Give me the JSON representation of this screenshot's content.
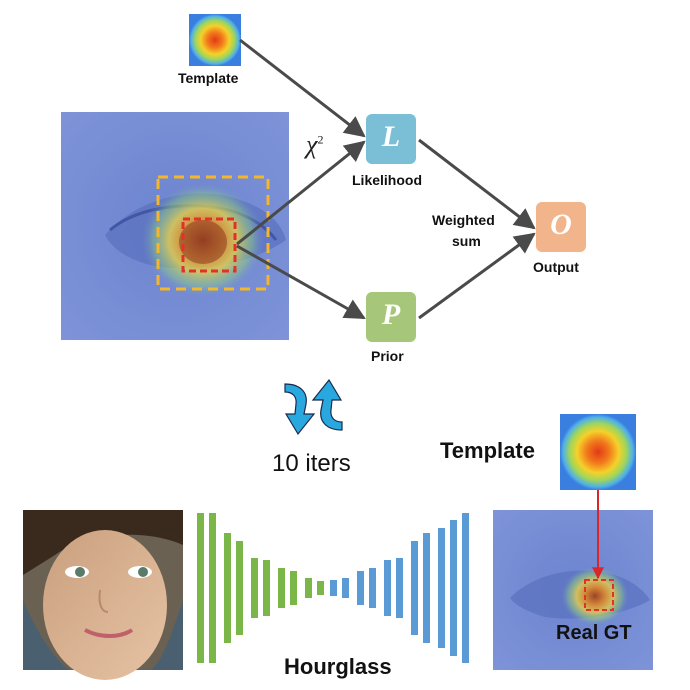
{
  "top": {
    "template_label": "Template",
    "chi_label": "χ",
    "chi_sup": "2",
    "likelihood": {
      "letter": "L",
      "label": "Likelihood",
      "color": "#7bbfd6"
    },
    "prior": {
      "letter": "P",
      "label": "Prior",
      "color": "#a6c77a"
    },
    "output": {
      "letter": "O",
      "label": "Output",
      "color": "#f2b48a"
    },
    "weighted_sum": [
      "Weighted",
      "sum"
    ]
  },
  "middle": {
    "iters_label": "10 iters"
  },
  "bottom": {
    "template_label": "Template",
    "hourglass_label": "Hourglass",
    "real_gt_label": "Real GT"
  },
  "colors": {
    "eye_bg": "#6f86d0",
    "search_box": "#f5b62a",
    "target_box": "#e0322a",
    "arrow_gray": "#4a4a4a",
    "arrow_red": "#d9262a",
    "hourglass_green": "#7ab648",
    "hourglass_blue": "#5b9bd5",
    "iter_arrow": "#29a8e0"
  }
}
